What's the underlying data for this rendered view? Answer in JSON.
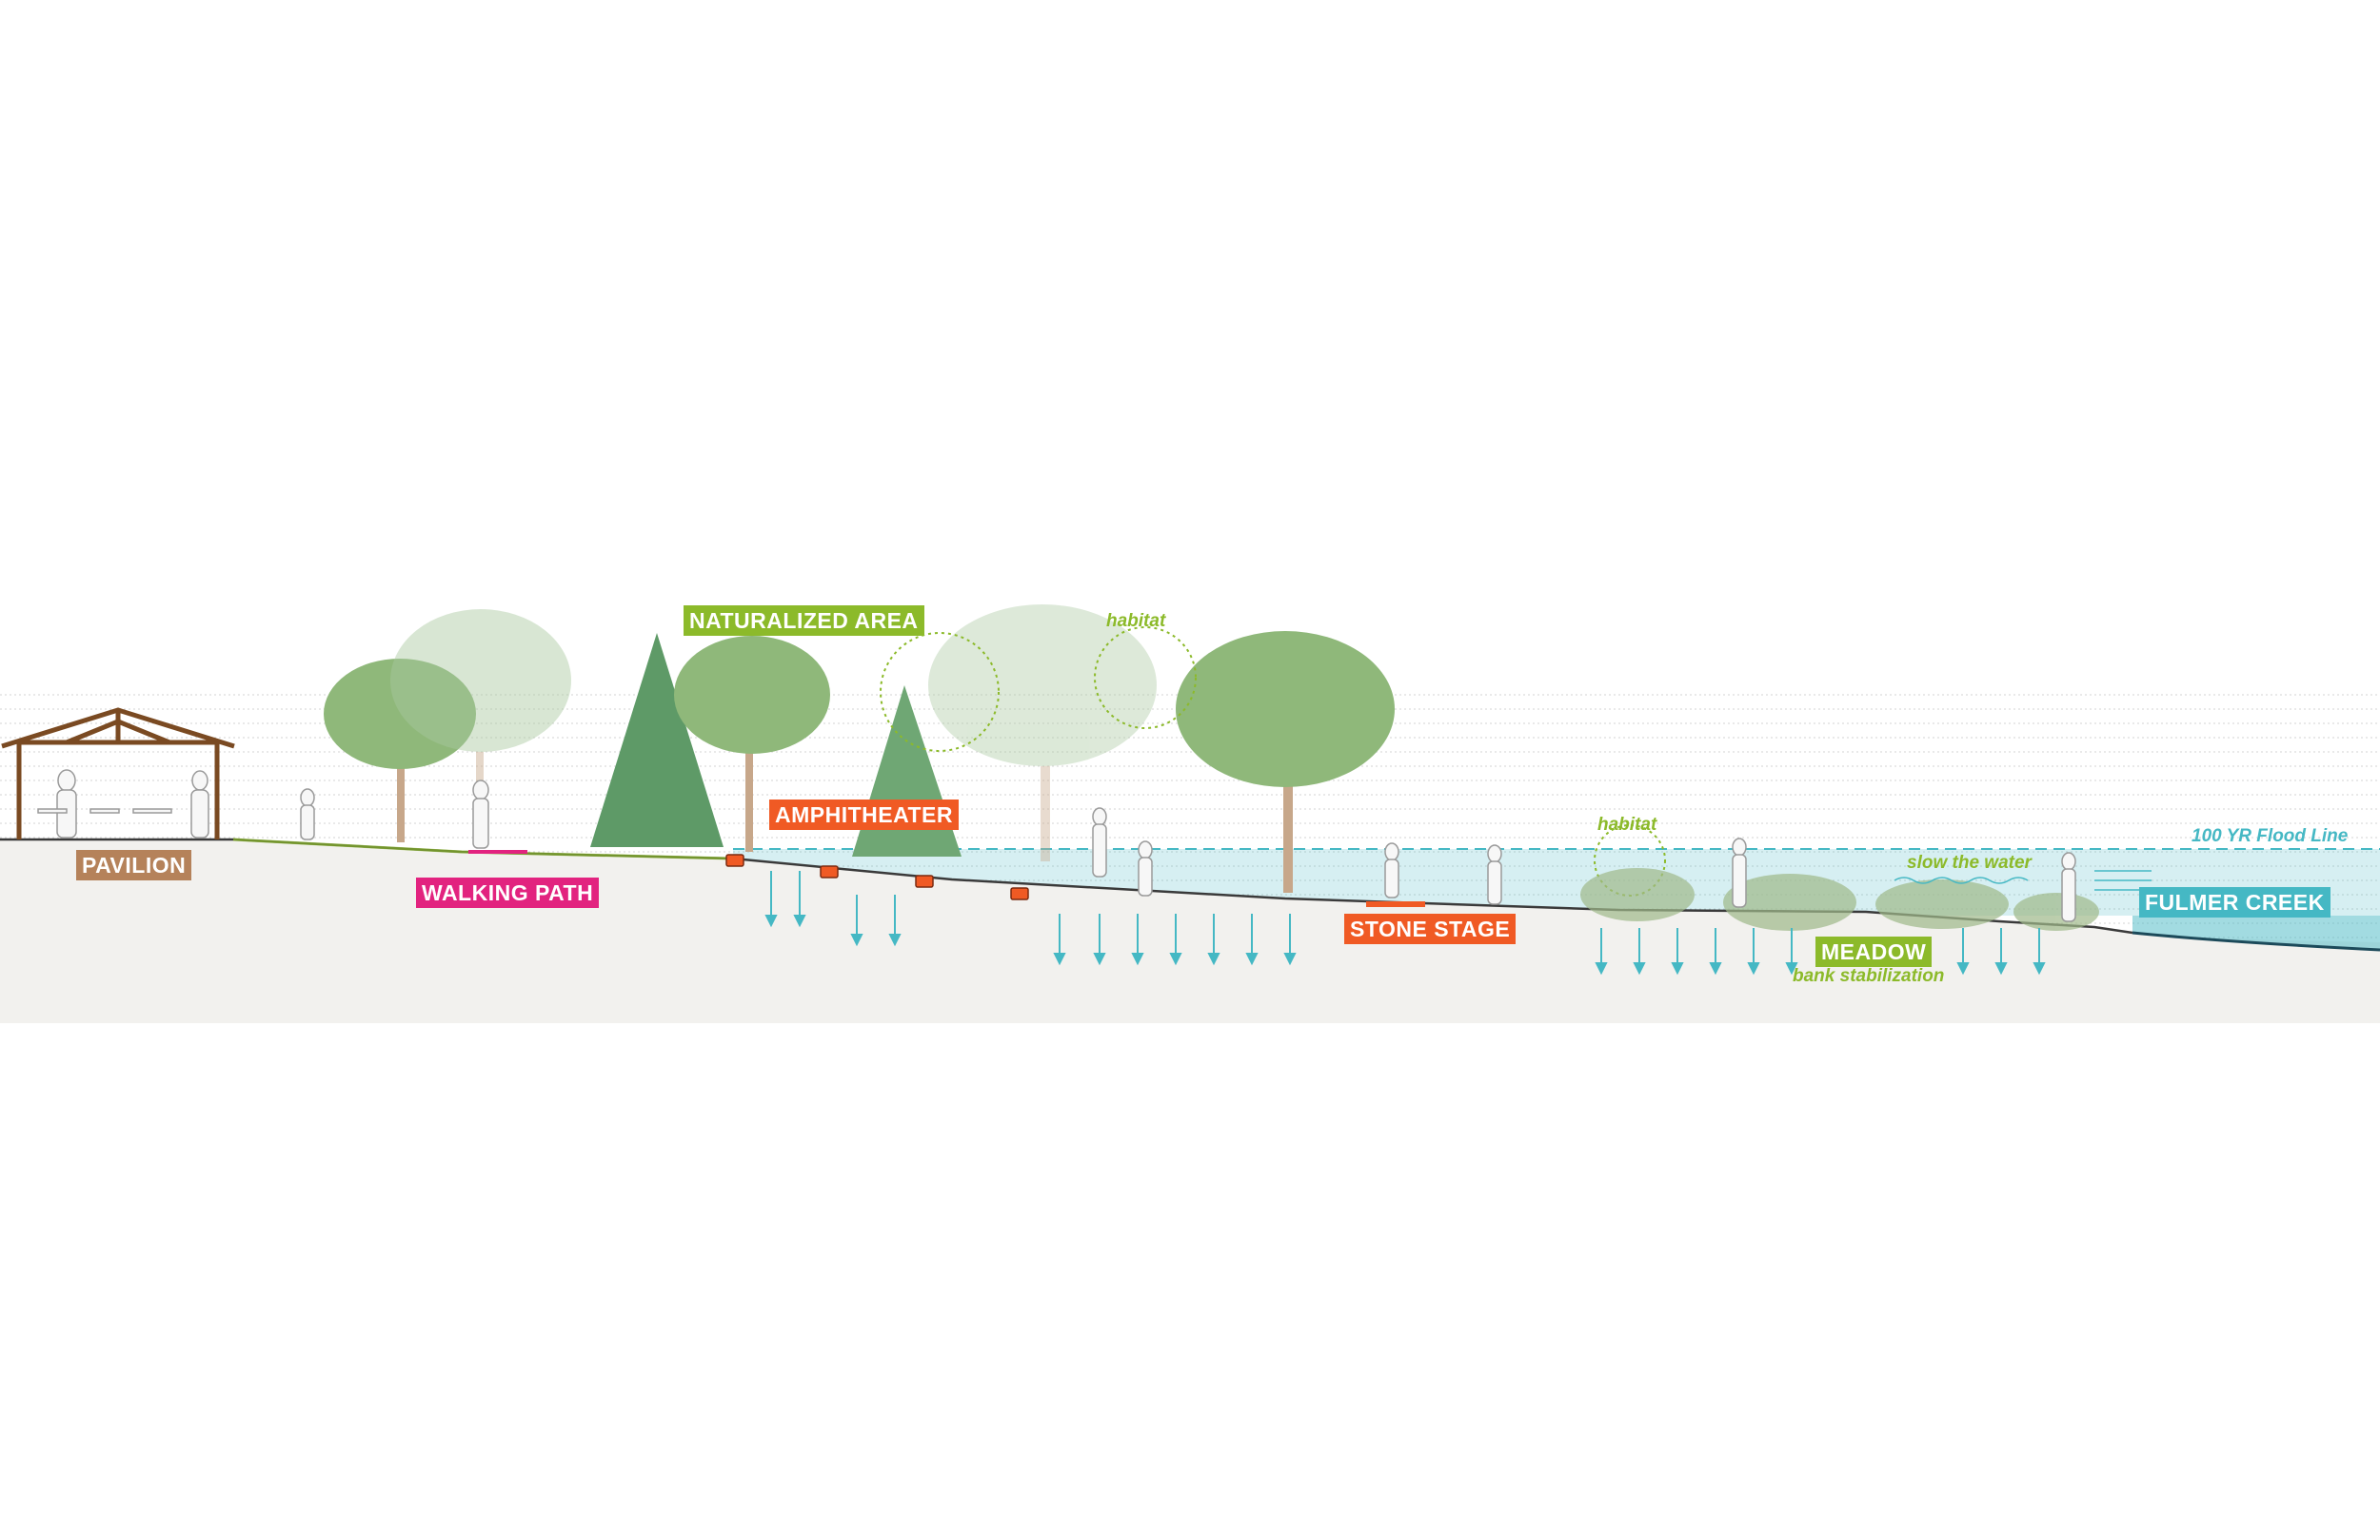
{
  "labels": {
    "pavilion": "PAVILION",
    "walking_path": "WALKING PATH",
    "naturalized_area": "NATURALIZED AREA",
    "amphitheater": "AMPHITHEATER",
    "stone_stage": "STONE STAGE",
    "meadow": "MEADOW",
    "fulmer_creek": "FULMER CREEK"
  },
  "notes": {
    "habitat_upper": "habitat",
    "habitat_lower": "habitat",
    "slow_the_water": "slow the water",
    "flood_line": "100 YR Flood Line",
    "bank_stabilization": "bank stabilization"
  },
  "colors": {
    "pavilion": "#b5825a",
    "walking_path": "#e2237f",
    "naturalized_area": "#8cba2a",
    "amphitheater": "#f05a24",
    "stone_stage": "#f05a24",
    "meadow": "#8cba2a",
    "fulmer_creek": "#45b8c4",
    "water": "#45b8c4",
    "habitat_note": "#8cba2a",
    "ground": "#f2f1ee"
  }
}
